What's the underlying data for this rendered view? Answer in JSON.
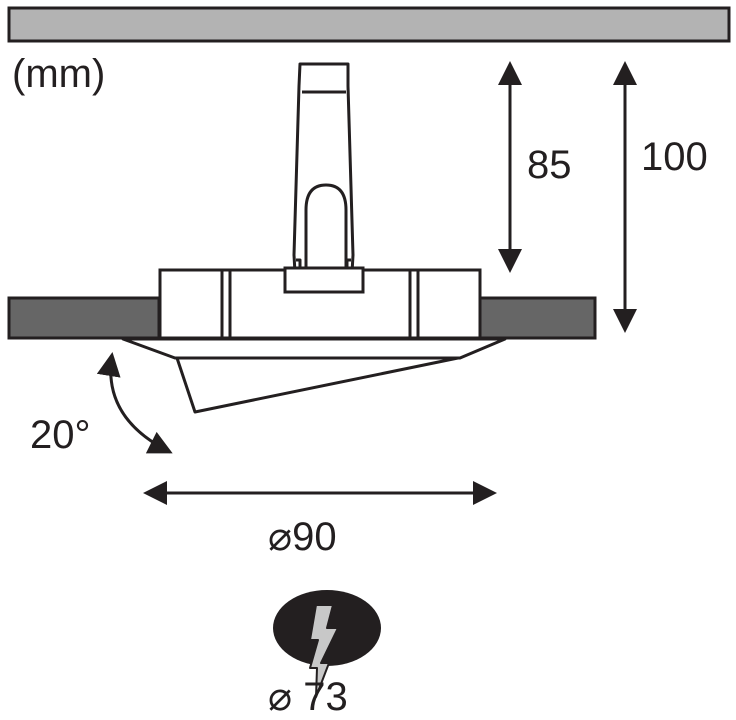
{
  "units_label": "(mm)",
  "dimensions": {
    "height_inner": "85",
    "height_total": "100",
    "tilt_angle": "20°",
    "outer_diameter": "⌀90",
    "cutout_diameter": "⌀ 73"
  },
  "colors": {
    "ink": "#231f20",
    "ceiling_fill": "#b3b3b3",
    "panel_fill": "#666666",
    "hole_fill": "#231f20",
    "bolt_fill": "#c8c8c8"
  },
  "icons": {
    "cutout_symbol": "lightning-bolt-icon"
  }
}
